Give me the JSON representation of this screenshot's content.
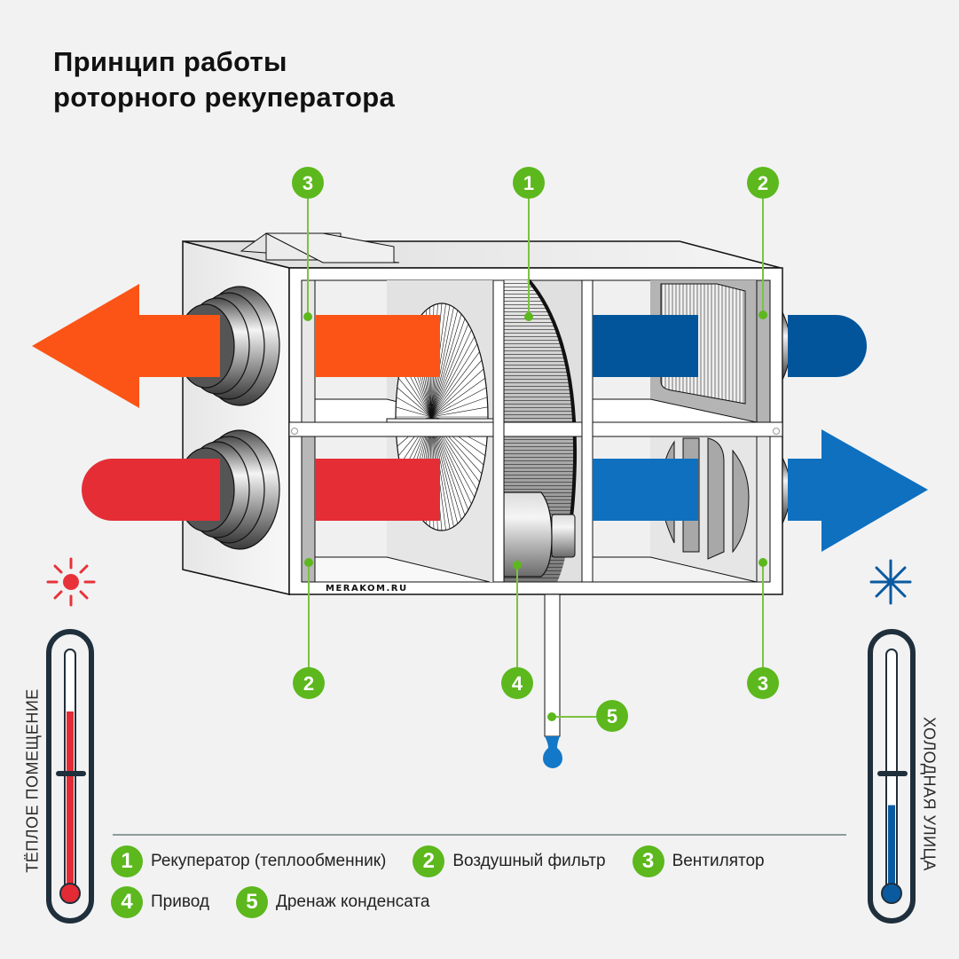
{
  "title": {
    "line1": "Принцип работы",
    "line2": "роторного рекуператора"
  },
  "brand": "MERAKOM.RU",
  "side_labels": {
    "left": "ТЁПЛОЕ ПОМЕЩЕНИЕ",
    "right": "ХОЛОДНАЯ УЛИЦА"
  },
  "thermometers": {
    "warm": {
      "icon": "sun-icon",
      "color": "#e32b35",
      "level": 0.75
    },
    "cold": {
      "icon": "snowflake-icon",
      "color": "#0a5aa0",
      "level": 0.35
    }
  },
  "markers": {
    "top": [
      "3",
      "1",
      "2"
    ],
    "bottom": [
      "2",
      "4",
      "3"
    ],
    "drain": "5"
  },
  "legend": [
    {
      "num": "1",
      "label": "Рекуператор (теплообменник)"
    },
    {
      "num": "2",
      "label": "Воздушный фильтр"
    },
    {
      "num": "3",
      "label": "Вентилятор"
    },
    {
      "num": "4",
      "label": "Привод"
    },
    {
      "num": "5",
      "label": "Дренаж конденсата"
    }
  ],
  "colors": {
    "accent_green": "#5cb81d",
    "exhaust_orange": "#fc5416",
    "supply_red": "#e52d35",
    "outdoor_dark_blue": "#02559a",
    "supply_blue": "#0e70bf",
    "background": "#f2f2f2"
  }
}
